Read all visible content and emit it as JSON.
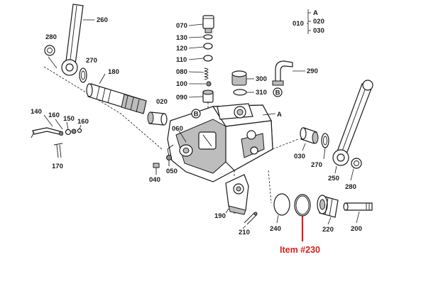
{
  "highlight": {
    "text": "Item #230",
    "color": "#d81e1e"
  },
  "legend": {
    "code": "010",
    "items": [
      "A",
      "020",
      "030"
    ]
  },
  "callouts": {
    "c260": "260",
    "c280a": "280",
    "c270a": "270",
    "c180": "180",
    "c140": "140",
    "c160a": "160",
    "c150": "150",
    "c160b": "160",
    "c170": "170",
    "c070": "070",
    "c130": "130",
    "c120": "120",
    "c110": "110",
    "c080": "080",
    "c100": "100",
    "c090": "090",
    "c020": "020",
    "c060": "060",
    "c300": "300",
    "c310": "310",
    "c290": "290",
    "cA": "A",
    "cB1": "B",
    "cB2": "B",
    "c040": "040",
    "c050": "050",
    "c030": "030",
    "c270b": "270",
    "c250": "250",
    "c280b": "280",
    "c190": "190",
    "c210": "210",
    "c240": "240",
    "c220": "220",
    "c200": "200"
  }
}
